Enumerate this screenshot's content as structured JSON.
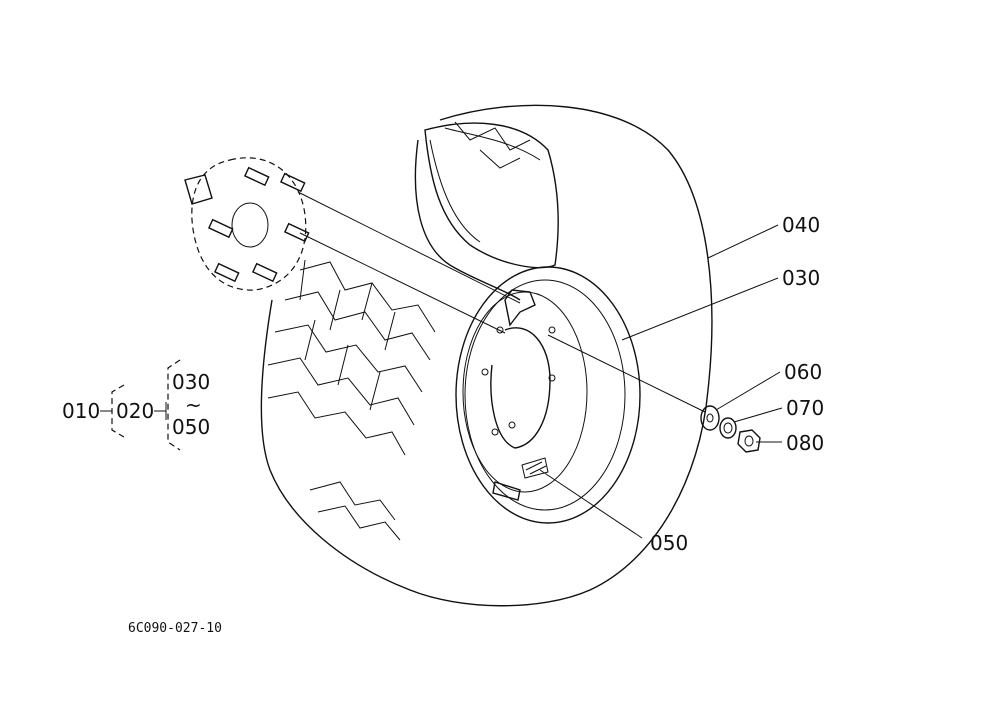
{
  "callouts": {
    "p040": "040",
    "p030": "030",
    "p060": "060",
    "p070": "070",
    "p080": "080",
    "p050": "050"
  },
  "tree": {
    "root": "010",
    "child": "020",
    "range_start": "030",
    "range_sep": "~",
    "range_end": "050"
  },
  "drawing_code": "6C090-027-10"
}
